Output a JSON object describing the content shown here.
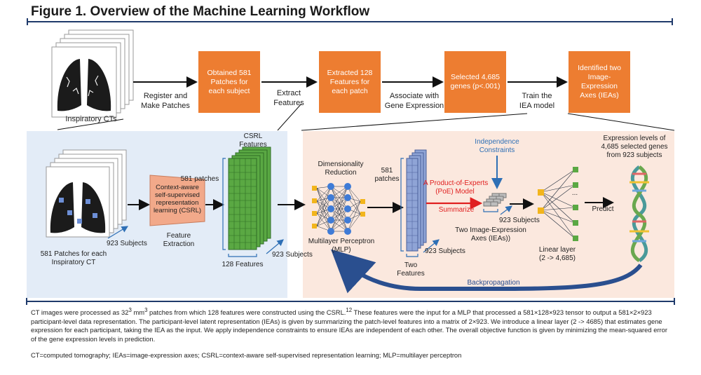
{
  "title": "Figure 1. Overview of the Machine Learning Workflow",
  "top_flow": {
    "inspiratory_label": "Inspiratory CTs",
    "step1_label_a": "Register and",
    "step1_label_b": "Make Patches",
    "box1": "Obtained 581 Patches for each subject",
    "step2_label_a": "Extract",
    "step2_label_b": "Features",
    "box2": "Extracted 128 Features for each patch",
    "step3_label_a": "Associate with",
    "step3_label_b": "Gene Expression",
    "box3": "Selected 4,685 genes (p<.001)",
    "step4_label_a": "Train the",
    "step4_label_b": "IEA model",
    "box4": "Identified two Image-Expression Axes (IEAs)"
  },
  "left_panel": {
    "patches_caption_a": "581 Patches for each",
    "patches_caption_b": "Inspiratory CT",
    "subjects": "923 Subjects",
    "patches_count": "581 patches",
    "csrl_box": "Context-aware self-supervised representation learning (CSRL)",
    "feature_extraction_a": "Feature",
    "feature_extraction_b": "Extraction",
    "csrl_features_a": "CSRL",
    "csrl_features_b": "Features",
    "cube_subjects": "923 Subjects",
    "features_128": "128 Features"
  },
  "right_panel": {
    "dim_red_a": "Dimensionality",
    "dim_red_b": "Reduction",
    "mlp_a": "Multilayer Perceptron",
    "mlp_b": "(MLP)",
    "patches_count_a": "581",
    "patches_count_b": "patches",
    "two_features_a": "Two",
    "two_features_b": "Features",
    "slab_subjects": "923 Subjects",
    "independence_a": "Independence",
    "independence_b": "Constraints",
    "poe_a": "A Product-of-Experts",
    "poe_b": "(PoE) Model",
    "summarize": "Summarize",
    "iea_subjects": "923 Subjects",
    "iea_a": "Two Image-Expression",
    "iea_b": "Axes (IEAs))",
    "linear_a": "Linear layer",
    "linear_b": "(2 -> 4,685)",
    "ellipsis": "...",
    "predict": "Predict",
    "expr_a": "Expression levels of",
    "expr_b": "4,685 selected genes",
    "expr_c": "from 923 subjects",
    "backprop": "Backpropagation"
  },
  "caption": {
    "p1_a": "CT images were processed as 32",
    "p1_sup1": "3",
    "p1_b": " mm",
    "p1_sup2": "3",
    "p1_c": " patches from which 128 features were constructed using the CSRL.",
    "p1_sup3": "12",
    "p1_d": " These features were the input for a MLP that processed a 581×128×923 tensor to output a 581×2×923 participant-level data representation. The participant-level latent representation (IEAs) is given by summarizing the patch-level features into a matrix of 2×923. We introduce a linear layer (2 -> 4685) that estimates gene expression for each participant, taking the IEA as the input. We apply independence constraints to ensure IEAs are independent of each other. The overall objective function is given by minimizing the mean-squared error of the gene expression levels in prediction.",
    "p2": "CT=computed tomography; IEAs=image-expression axes; CSRL=context-aware self-supervised representation learning; MLP=multilayer perceptron"
  },
  "colors": {
    "orange": "#ed7d31",
    "navy": "#1f3a6b",
    "green": "#4e9a3a",
    "blue_grid": "#8fa4d6",
    "red": "#e02020",
    "left_bg": "#e3ecf7",
    "right_bg": "#fbe8de"
  }
}
